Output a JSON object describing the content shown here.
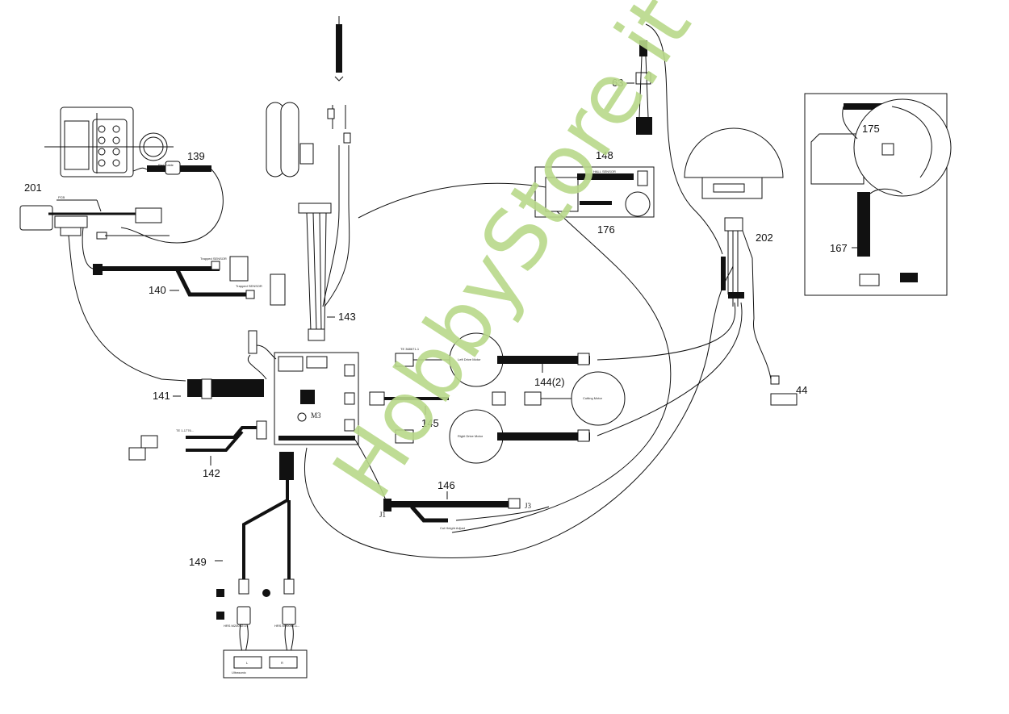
{
  "callouts": {
    "c63": "63",
    "c148": "148",
    "c176": "176",
    "c139": "139",
    "c201": "201",
    "c202": "202",
    "c175": "175",
    "c167": "167",
    "c140": "140",
    "c143": "143",
    "c141": "141",
    "c144": "144(2)",
    "c145": "145",
    "c142": "142",
    "c146": "146",
    "c149": "149",
    "c44": "44",
    "m3": "M3"
  },
  "labels": {
    "left_drive_motor": "Left Drive Motor",
    "right_drive_motor": "Right Drive Motor",
    "cutting_motor": "Cutting Motor",
    "cut_height_adjust": "Cut Height Adjust",
    "hall_sensor": "HALL SENSOR",
    "pcb": "PCB",
    "red_cable": "Red Cable",
    "trapped_sensor_1": "Trapped SENSOR",
    "trapped_sensor_2": "Trapped SENSOR",
    "te_connector": "TE 368671-1",
    "ultrasonic": "Ultrasonic",
    "left": "L",
    "right": "R",
    "j1": "J1",
    "j3": "J3",
    "hrs_left": "HRS M200S2-1...",
    "hrs_right": "HRS M200S2-1..."
  },
  "watermark": {
    "text": "HobbyStore.it",
    "color": "#b9d98a"
  }
}
